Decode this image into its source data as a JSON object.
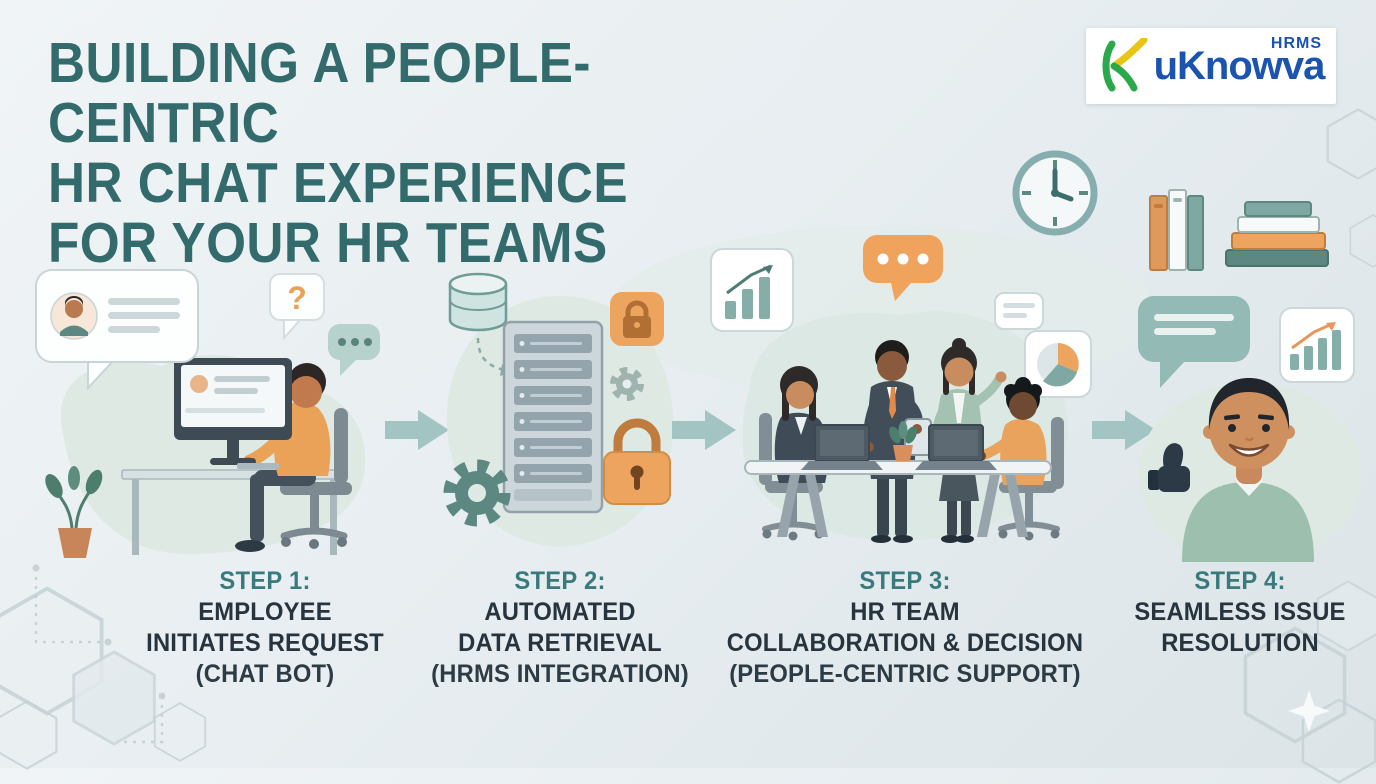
{
  "header": {
    "title_lines": [
      "BUILDING A PEOPLE-CENTRIC",
      "HR CHAT EXPERIENCE",
      "FOR YOUR HR TEAMS"
    ],
    "logo": {
      "brand": "uKnowva",
      "product": "HRMS"
    }
  },
  "steps": [
    {
      "title": "STEP 1:",
      "lines": [
        "EMPLOYEE",
        "INITIATES REQUEST",
        "(CHAT BOT)"
      ]
    },
    {
      "title": "STEP 2:",
      "lines": [
        "AUTOMATED",
        "DATA RETRIEVAL",
        "(HRMS INTEGRATION)"
      ]
    },
    {
      "title": "STEP 3:",
      "lines": [
        "HR TEAM",
        "COLLABORATION & DECISION",
        "(PEOPLE-CENTRIC SUPPORT)"
      ]
    },
    {
      "title": "STEP 4:",
      "lines": [
        "SEAMLESS ISSUE",
        "RESOLUTION"
      ]
    }
  ],
  "icons": {
    "question_mark": "?",
    "names": [
      "chat-bubble-icon",
      "typing-dots-icon",
      "question-bubble-icon",
      "monitor-icon",
      "plant-icon",
      "database-icon",
      "server-icon",
      "lock-icon",
      "gear-icon",
      "flow-arrow-icon",
      "bar-chart-icon",
      "pie-chart-icon",
      "laptop-icon",
      "clock-icon",
      "books-icon",
      "thumbs-up-icon",
      "hexagon-pattern"
    ]
  },
  "colors": {
    "title_teal": "#336a6b",
    "step_heading_teal": "#3a7a7c",
    "body_text": "#27343e",
    "accent_orange": "#eda45f",
    "accent_teal": "#7fa8a3",
    "arrow_teal": "#a2c4c3",
    "blob_mint": "#dee9e4",
    "logo_blue": "#1a53b0",
    "background": "#e8eef1"
  }
}
